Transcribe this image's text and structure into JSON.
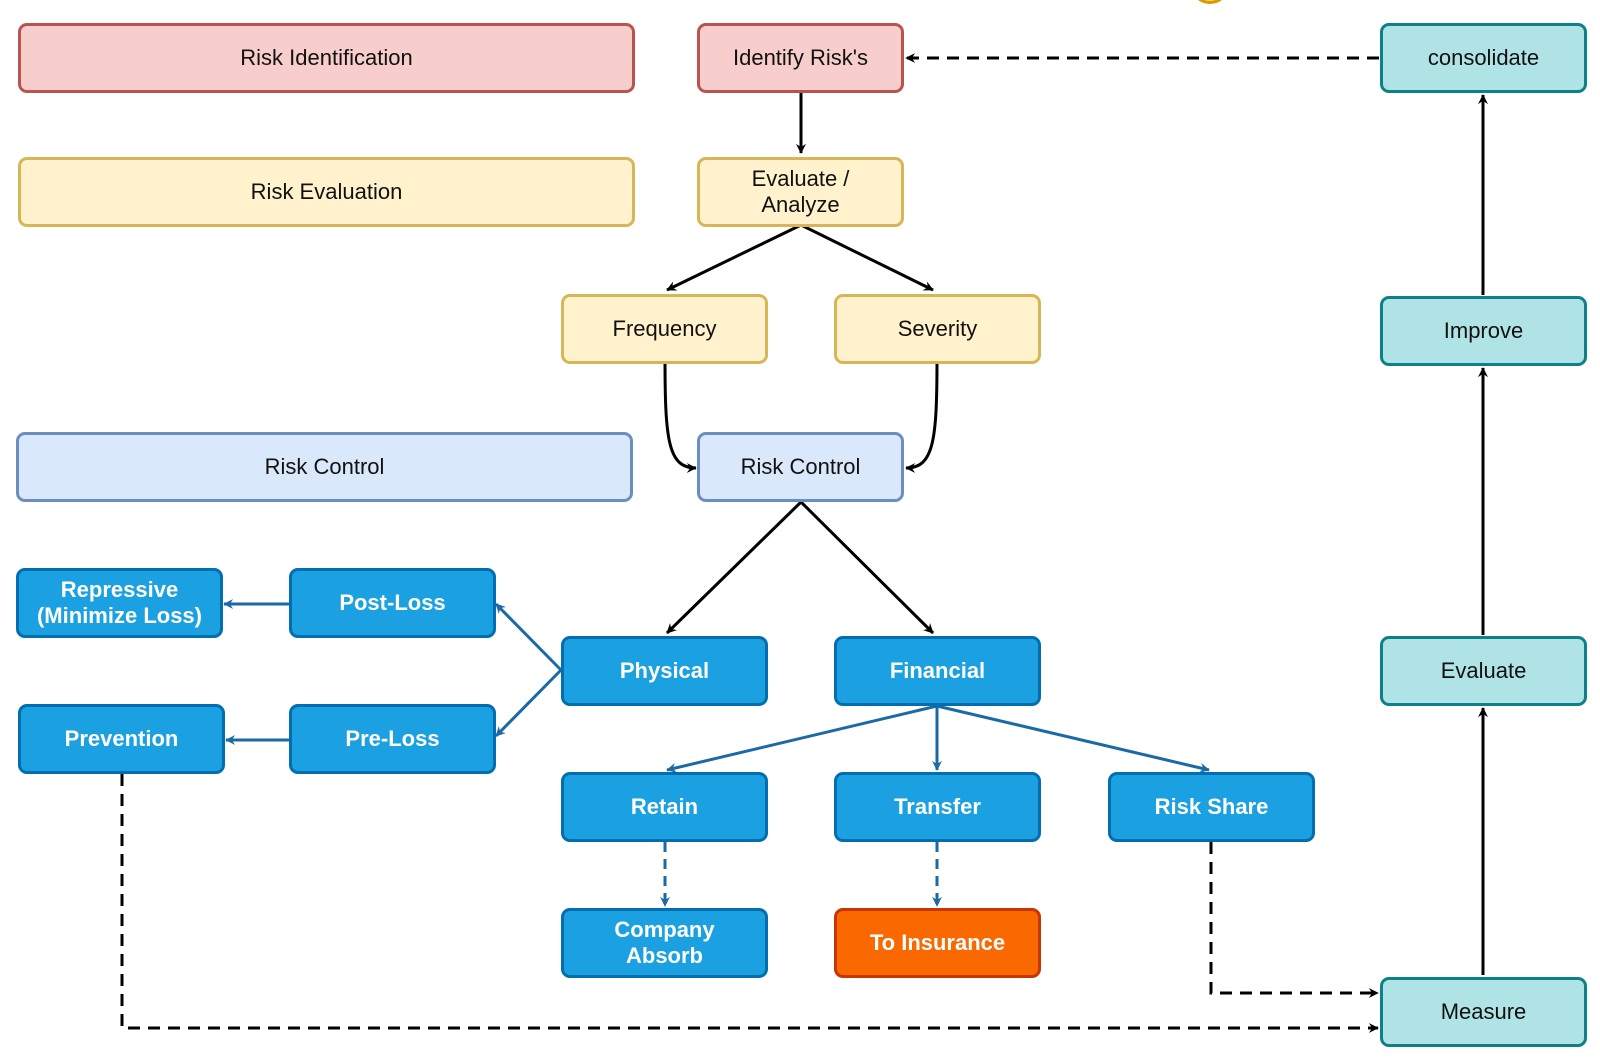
{
  "diagram": {
    "lane_labels": {
      "identification": "Risk Identification",
      "evaluation": "Risk Evaluation",
      "control": "Risk Control"
    },
    "steps": {
      "identify": "Identify Risk's",
      "evaluate_analyze": "Evaluate /\nAnalyze",
      "frequency": "Frequency",
      "severity": "Severity",
      "risk_control": "Risk Control",
      "physical": "Physical",
      "financial": "Financial",
      "post_loss": "Post-Loss",
      "pre_loss": "Pre-Loss",
      "repressive": "Repressive\n(Minimize Loss)",
      "prevention": "Prevention",
      "retain": "Retain",
      "transfer": "Transfer",
      "risk_share": "Risk Share",
      "company_absorb": "Company\nAbsorb",
      "to_insurance": "To Insurance"
    },
    "cycle": {
      "consolidate": "consolidate",
      "improve": "Improve",
      "evaluate": "Evaluate",
      "measure": "Measure"
    },
    "colors": {
      "identification_fill": "#f8cecc",
      "evaluation_fill": "#fff2cc",
      "control_fill": "#dae8fc",
      "action_fill": "#1ba1e2",
      "cycle_fill": "#b0e3e6",
      "insurance_fill": "#fa6800",
      "connector": "#000000",
      "action_connector": "#1b6aa5"
    }
  }
}
